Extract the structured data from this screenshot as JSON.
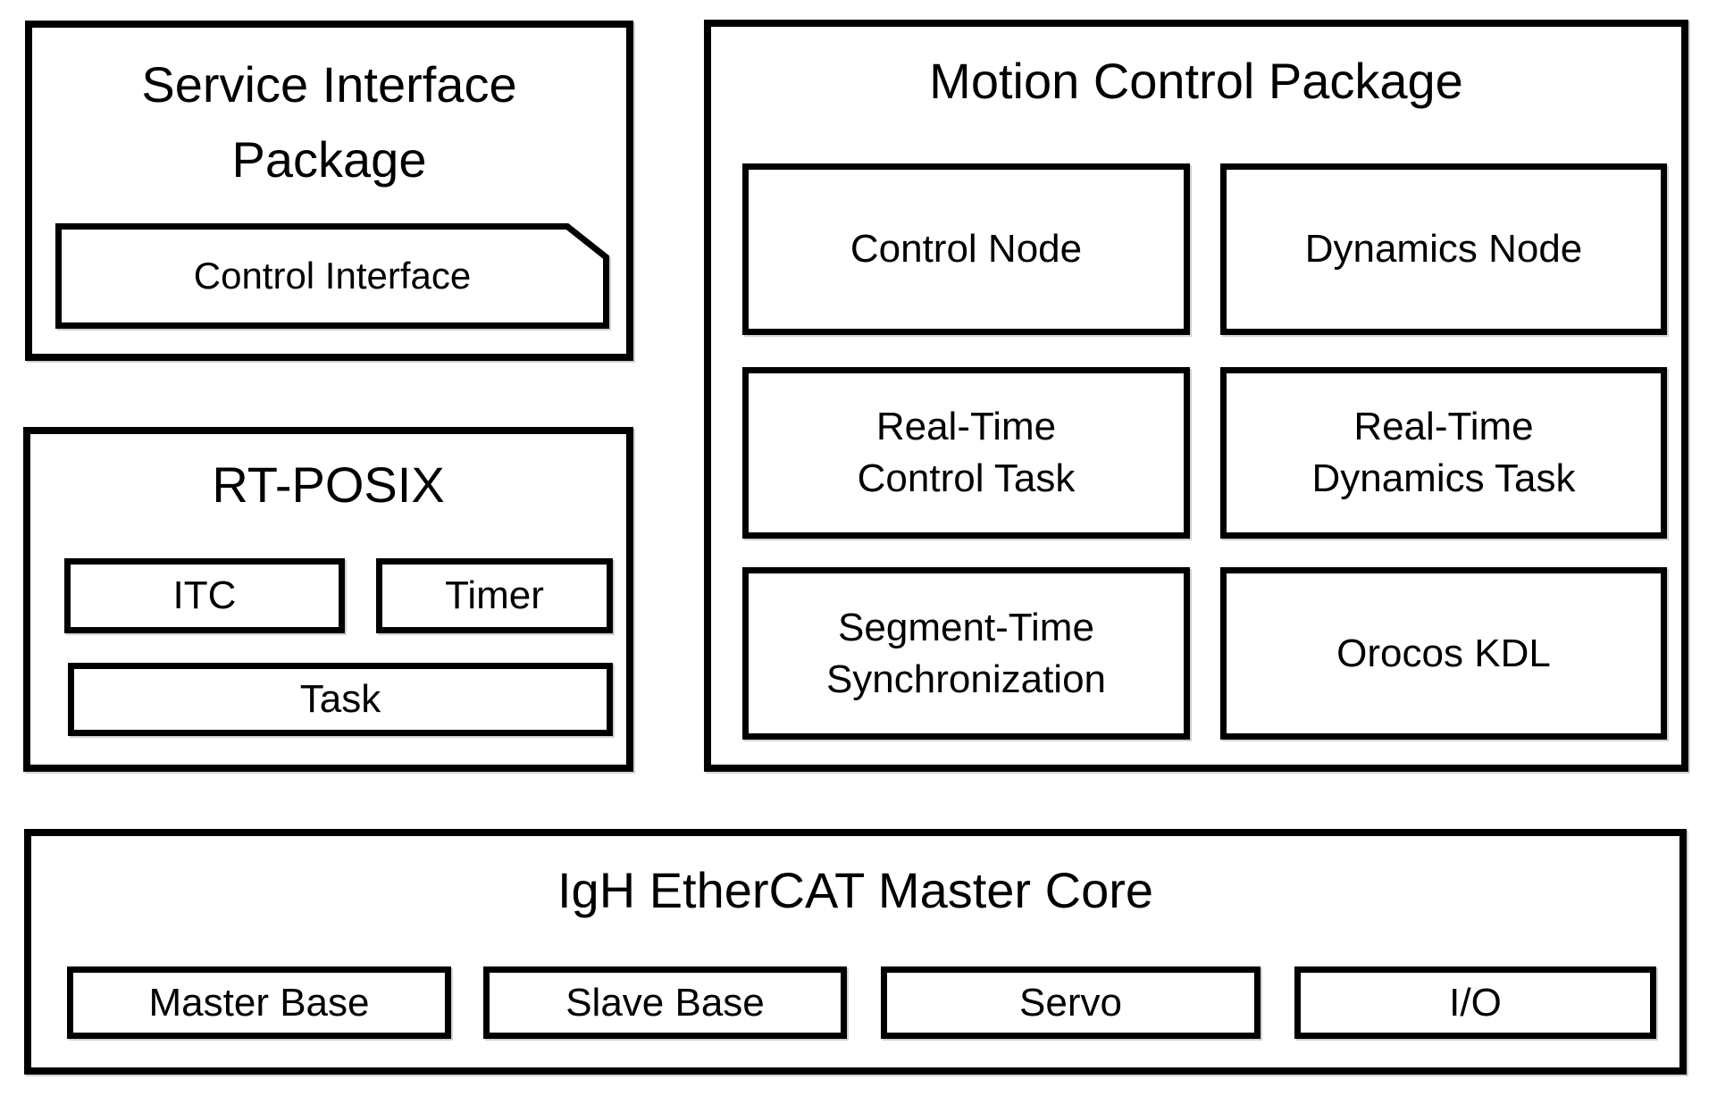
{
  "service_package": {
    "title_lines": [
      "Service Interface",
      "Package"
    ],
    "control_interface_label": "Control Interface"
  },
  "rt_posix": {
    "title": "RT-POSIX",
    "itc_label": "ITC",
    "timer_label": "Timer",
    "task_label": "Task"
  },
  "motion_control": {
    "title": "Motion Control Package",
    "cells": [
      {
        "lines": [
          "Control Node"
        ]
      },
      {
        "lines": [
          "Dynamics Node"
        ]
      },
      {
        "lines": [
          "Real-Time",
          "Control Task"
        ]
      },
      {
        "lines": [
          "Real-Time",
          "Dynamics Task"
        ]
      },
      {
        "lines": [
          "Segment-Time",
          "Synchronization"
        ]
      },
      {
        "lines": [
          "Orocos KDL"
        ]
      }
    ]
  },
  "ethercat": {
    "title": "IgH EtherCAT Master Core",
    "modules": [
      "Master Base",
      "Slave Base",
      "Servo",
      "I/O"
    ]
  },
  "colors": {
    "border": "#000000",
    "background": "#ffffff",
    "text": "#000000"
  }
}
